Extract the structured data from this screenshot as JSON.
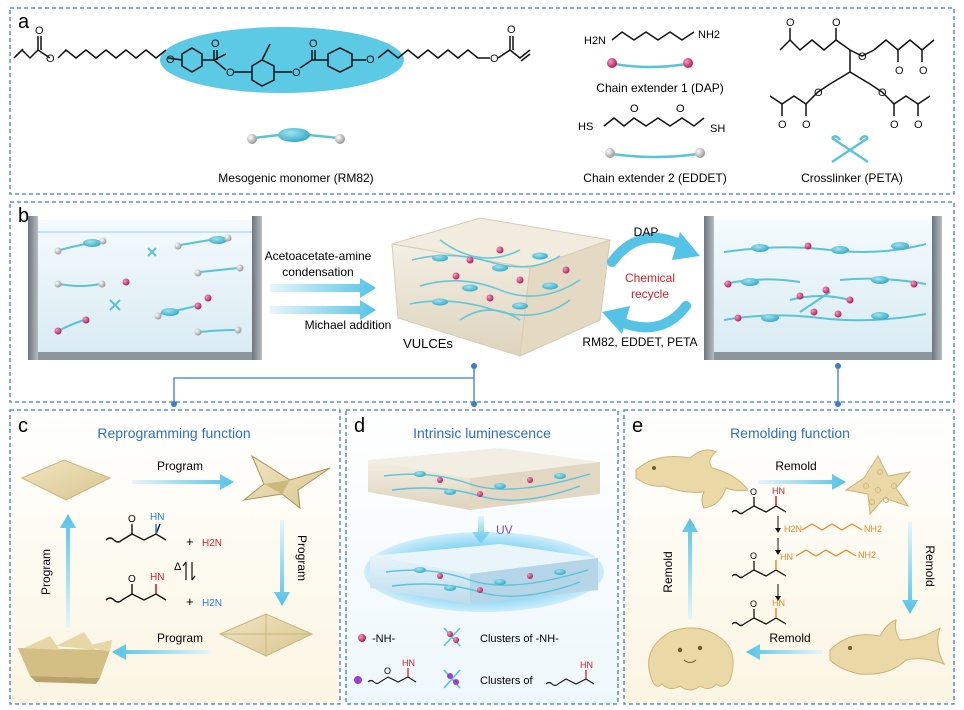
{
  "panels": {
    "a": {
      "letter": "a",
      "monomer_caption": "Mesogenic monomer (RM82)",
      "dap_caption": "Chain extender 1 (DAP)",
      "eddet_caption": "Chain extender 2 (EDDET)",
      "peta_caption": "Crosslinker (PETA)",
      "atoms": {
        "O": "O",
        "H2N": "H2N",
        "NH2": "NH2",
        "HS": "HS",
        "SH": "SH"
      }
    },
    "b": {
      "letter": "b",
      "reaction_1_line1": "Acetoacetate-amine",
      "reaction_1_line2": "condensation",
      "reaction_2": "Michael addition",
      "product": "VULCEs",
      "recycle_reagent": "DAP",
      "recycle_line1": "Chemical",
      "recycle_line2": "recycle",
      "regenerate_reagents": "RM82, EDDET, PETA"
    },
    "c": {
      "letter": "c",
      "title": "Reprogramming function",
      "program_top": "Program",
      "program_right": "Program",
      "program_bottom": "Program",
      "program_left": "Program",
      "nh": "HN",
      "h2n": "H2N",
      "plus": "+",
      "delta": "Δ"
    },
    "d": {
      "letter": "d",
      "title": "Intrinsic luminescence",
      "uv": "UV",
      "legend_nh": "-NH-",
      "legend_clusters_nh": "Clusters of -NH-",
      "legend_clusters_of": "Clusters of",
      "hn": "HN",
      "o": "O"
    },
    "e": {
      "letter": "e",
      "title": "Remolding function",
      "remold_top": "Remold",
      "remold_right": "Remold",
      "remold_left": "Remold",
      "remold_bottom": "Remold",
      "hn": "HN",
      "h2n": "H2N",
      "nh2": "NH2",
      "o": "O"
    }
  },
  "colors": {
    "border_dash": "#3d7cc9",
    "title_blue": "#2f6fc2",
    "cyan": "#4dc6dc",
    "magenta": "#c2336e",
    "red_text": "#d21e2b",
    "bond_blue": "#2a7de1",
    "bond_orange": "#e8892a",
    "paper": "#e8d9a8",
    "uv_purple": "#8a3fd1"
  }
}
